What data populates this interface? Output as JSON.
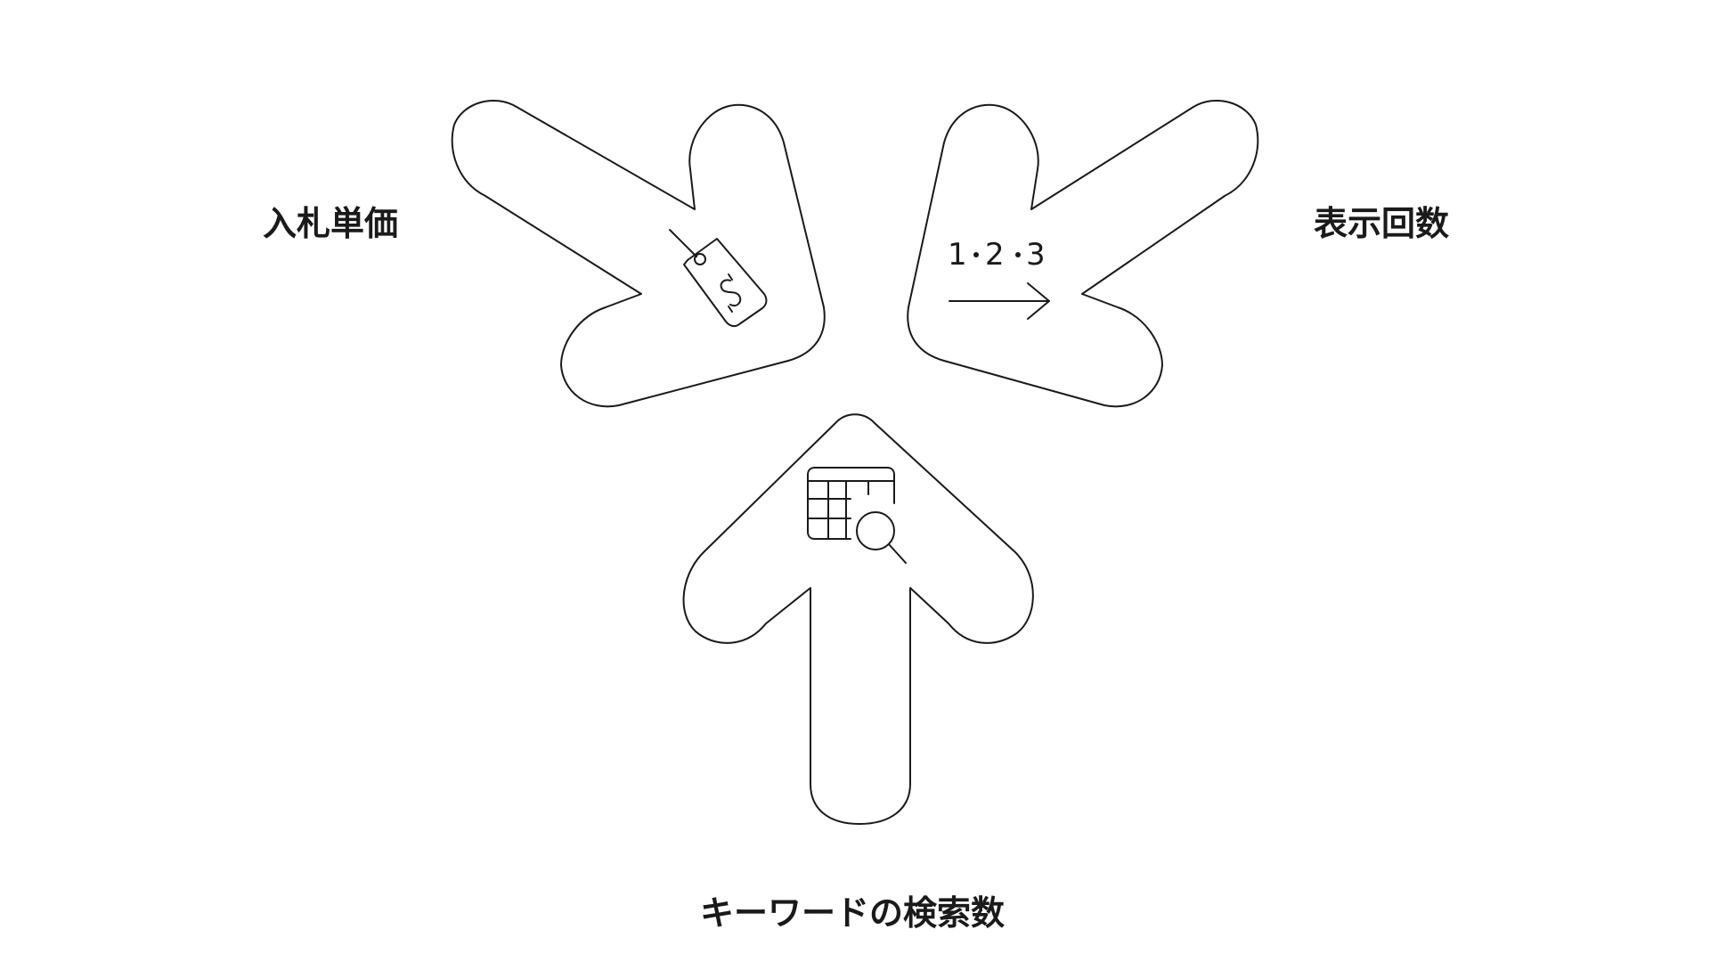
{
  "labels": {
    "left": "入札単価",
    "right": "表示回数",
    "bottom": "キーワードの検索数"
  },
  "icons": {
    "left_arrow": "price-tag-icon",
    "right_arrow": "ordering-sequence-icon",
    "bottom_arrow": "table-search-icon"
  },
  "sequence": {
    "n1": "1",
    "n2": "2",
    "n3": "3"
  },
  "colors": {
    "stroke": "#1a1a1a",
    "background": "#ffffff"
  }
}
